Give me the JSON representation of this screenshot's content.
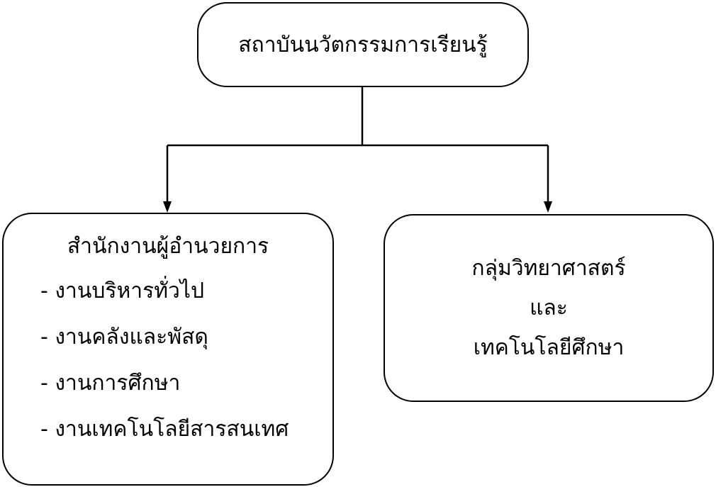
{
  "root": {
    "label": "สถาบันนวัตกรรมการเรียนรู้"
  },
  "left_unit": {
    "title": "สำนักงานผู้อำนวยการ",
    "items": [
      "- งานบริหารทั่วไป",
      "- งานคลังและพัสดุ",
      "- งานการศึกษา",
      "- งานเทคโนโลยีสารสนเทศ"
    ]
  },
  "right_unit": {
    "lines": [
      "กลุ่มวิทยาศาสตร์",
      "และ",
      "เทคโนโลยีศึกษา"
    ]
  }
}
